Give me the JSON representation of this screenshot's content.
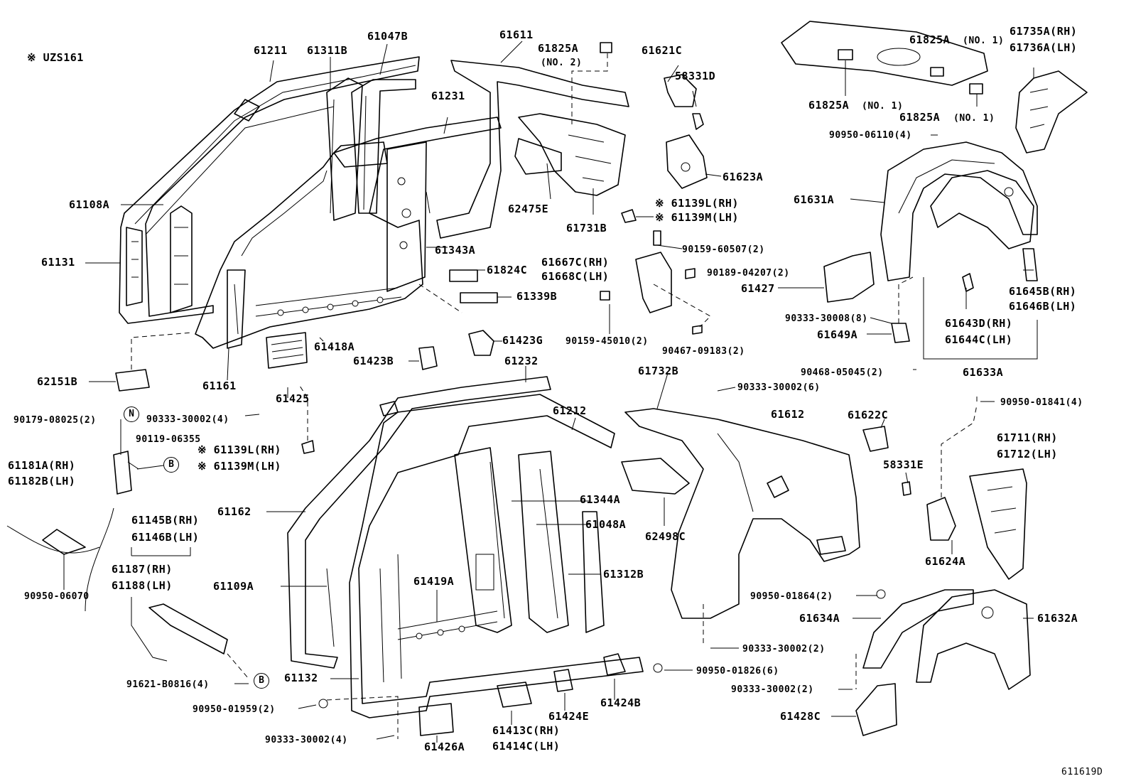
{
  "note": "※ UZS161",
  "figure_id": "611619D",
  "labels": {
    "l61211": "61211",
    "l61311b": "61311B",
    "l61047b": "61047B",
    "l61611": "61611",
    "l61825a_no2": "61825A",
    "l61825a_no2_b": "(NO. 2)",
    "l61621c": "61621C",
    "l58331d": "58331D",
    "l61825a_top": "61825A",
    "l61825a_top_n": "(NO. 1)",
    "l61735a": "61735A(RH)",
    "l61736a": "61736A(LH)",
    "l61825a_left": "61825A",
    "l61825a_left_n": "(NO. 1)",
    "l61825a_right": "61825A",
    "l61825a_right_n": "(NO. 1)",
    "l90950_06110": "90950-06110(4)",
    "l61231": "61231",
    "l61108a": "61108A",
    "l62475e": "62475E",
    "l61731b": "61731B",
    "l61623a": "61623A",
    "l61139l_1": "※ 61139L(RH)",
    "l61139m_1": "※ 61139M(LH)",
    "l61631a": "61631A",
    "l61131": "61131",
    "l90159_60507": "90159-60507(2)",
    "l61343a": "61343A",
    "l61667c": "61667C(RH)",
    "l61668c": "61668C(LH)",
    "l90189_04207": "90189-04207(2)",
    "l61824c": "61824C",
    "l61427": "61427",
    "l61645b": "61645B(RH)",
    "l61646b": "61646B(LH)",
    "l61339b": "61339B",
    "l90159_45010": "90159-45010(2)",
    "l90333_30008": "90333-30008(8)",
    "l61643d": "61643D(RH)",
    "l61644c": "61644C(LH)",
    "l61649a": "61649A",
    "l61423g": "61423G",
    "l90467_09183": "90467-09183(2)",
    "l61418a": "61418A",
    "l62151b": "62151B",
    "l61161": "61161",
    "l61423b": "61423B",
    "l61232": "61232",
    "l61732b": "61732B",
    "l90468_05045": "90468-05045(2)",
    "l61633a": "61633A",
    "l90333_30002_6": "90333-30002(6)",
    "l61425": "61425",
    "l90950_01841": "90950-01841(4)",
    "l90179_08025": "90179-08025(2)",
    "l90333_30002_4a": "90333-30002(4)",
    "l61212": "61212",
    "l61612": "61612",
    "l61622c": "61622C",
    "l61711": "61711(RH)",
    "l61712": "61712(LH)",
    "l90119_06355": "90119-06355",
    "l61139l_2": "※ 61139L(RH)",
    "l61139m_2": "※ 61139M(LH)",
    "l58331e": "58331E",
    "l61181a": "61181A(RH)",
    "l61182b": "61182B(LH)",
    "l61344a": "61344A",
    "l61162": "61162",
    "l61145b": "61145B(RH)",
    "l61146b": "61146B(LH)",
    "l61048a": "61048A",
    "l62498c": "62498C",
    "l61187": "61187(RH)",
    "l61188": "61188(LH)",
    "l61624a": "61624A",
    "l61109a": "61109A",
    "l61419a": "61419A",
    "l61312b": "61312B",
    "l90950_06070": "90950-06070",
    "l90950_01864": "90950-01864(2)",
    "l61634a": "61634A",
    "l61632a": "61632A",
    "l90333_30002_2a": "90333-30002(2)",
    "l61132": "61132",
    "l90950_01826": "90950-01826(6)",
    "l91621_b0816": "91621-B0816(4)",
    "l90333_30002_2b": "90333-30002(2)",
    "l61424e": "61424E",
    "l61424b": "61424B",
    "l90950_01959": "90950-01959(2)",
    "l61428c": "61428C",
    "l61413c": "61413C(RH)",
    "l61414c": "61414C(LH)",
    "l90333_30002_4b": "90333-30002(4)",
    "l61426a": "61426A"
  },
  "callouts": {
    "n": "N",
    "b1": "B",
    "b2": "B"
  }
}
